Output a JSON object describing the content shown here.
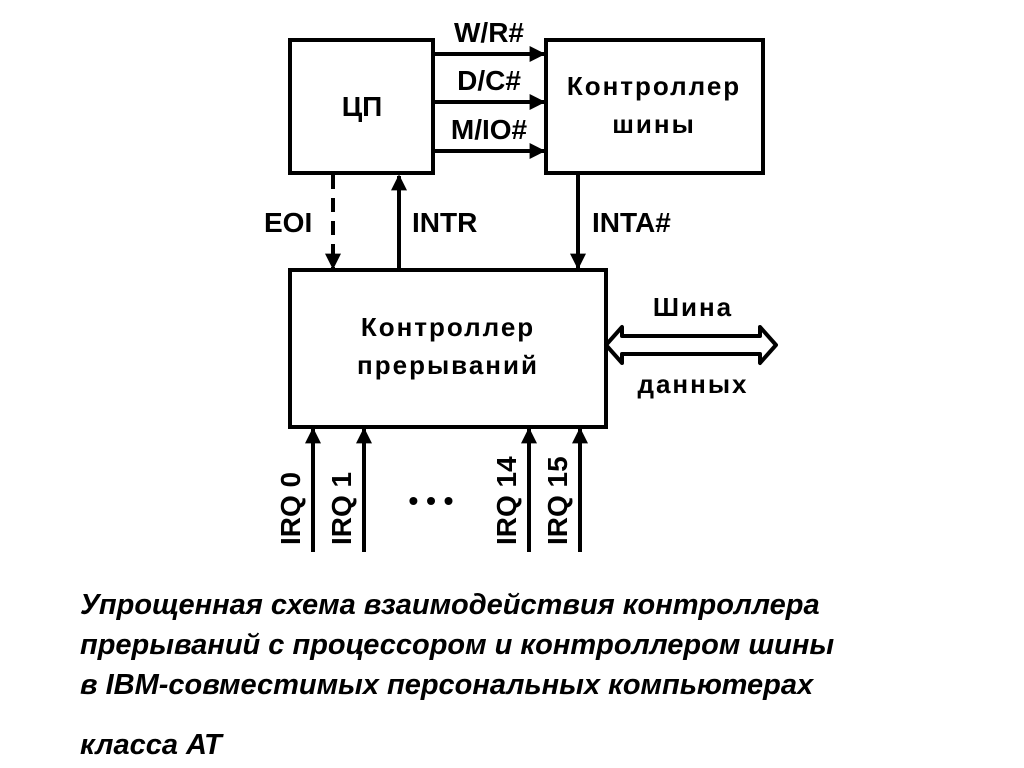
{
  "blocks": {
    "cpu": "ЦП",
    "bus_controller": [
      "Контроллер",
      "шины"
    ],
    "interrupt_controller": [
      "Контроллер",
      "прерываний"
    ]
  },
  "signals": {
    "wr": "W/R#",
    "dc": "D/C#",
    "mio": "M/IO#",
    "eoi": "EOI",
    "intr": "INTR",
    "inta": "INTA#"
  },
  "data_bus": [
    "Шина",
    "данных"
  ],
  "irq": [
    "IRQ 0",
    "IRQ 1",
    "IRQ 14",
    "IRQ 15"
  ],
  "ellipsis": "• • •",
  "caption": [
    "Упрощенная схема взаимодействия контроллера",
    "прерываний с процессором и контроллером шины",
    "в IBM-совместимых персональных компьютерах",
    "класса АТ"
  ]
}
